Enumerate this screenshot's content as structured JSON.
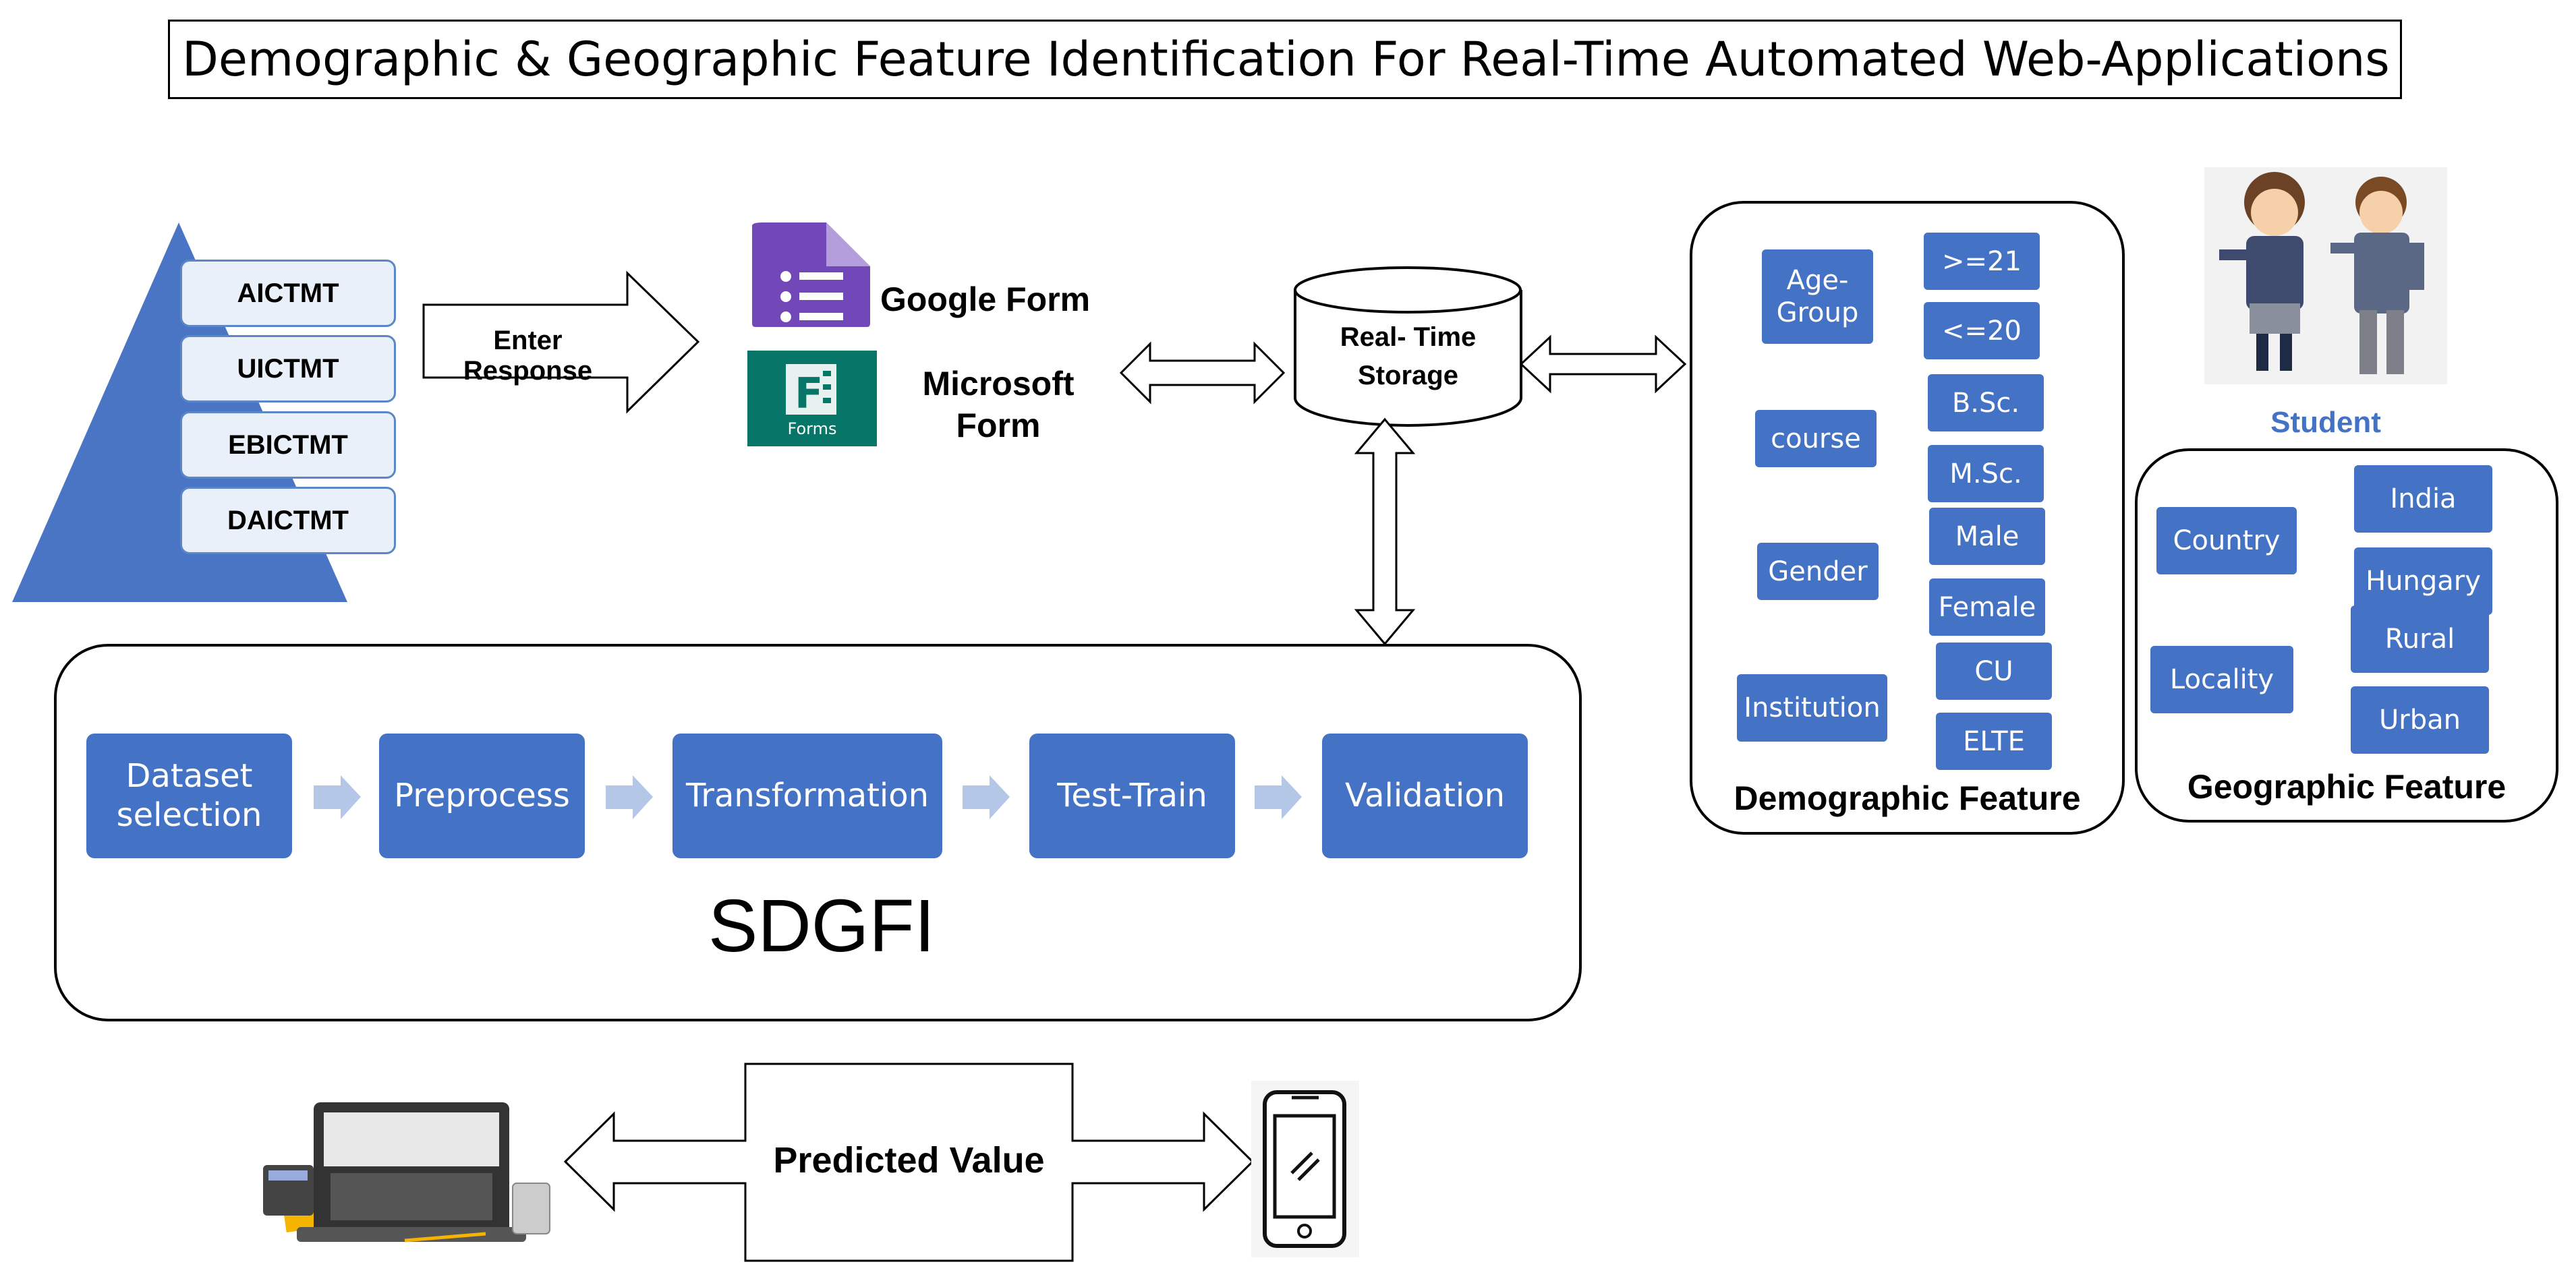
{
  "title": "Demographic & Geographic Feature Identification For Real-Time Automated Web-Applications",
  "pyramid": {
    "levels": [
      "AICTMT",
      "UICTMT",
      "EBICTMT",
      "DAICTMT"
    ]
  },
  "enter_response": "Enter Response",
  "forms": {
    "google": "Google Form",
    "microsoft_line1": "Microsoft",
    "microsoft_line2": "Form",
    "ms_icon_caption": "Forms"
  },
  "storage": {
    "line1": "Real- Time",
    "line2": "Storage"
  },
  "pipeline": {
    "steps": [
      "Dataset selection",
      "Preprocess",
      "Transformation",
      "Test-Train",
      "Validation"
    ],
    "name": "SDGFI"
  },
  "demographic": {
    "title": "Demographic Feature",
    "groups": [
      {
        "label": "Age-Group",
        "values": [
          ">=21",
          "<=20"
        ]
      },
      {
        "label": "course",
        "values": [
          "B.Sc.",
          "M.Sc."
        ]
      },
      {
        "label": "Gender",
        "values": [
          "Male",
          "Female"
        ]
      },
      {
        "label": "Institution",
        "values": [
          "CU",
          "ELTE"
        ]
      }
    ]
  },
  "student_label": "Student",
  "geographic": {
    "title": "Geographic Feature",
    "groups": [
      {
        "label": "Country",
        "values": [
          "India",
          "Hungary"
        ]
      },
      {
        "label": "Locality",
        "values": [
          "Rural",
          "Urban"
        ]
      }
    ]
  },
  "predicted_value": "Predicted Value",
  "icons": [
    "google-forms-icon",
    "microsoft-forms-icon",
    "database-cylinder-icon",
    "students-icon",
    "laptop-icon",
    "smartphone-icon"
  ],
  "colors": {
    "box_blue": "#4472c4",
    "student_text": "#4472c4",
    "pyramid": "#4a74c4",
    "pyramid_label_fill": "#eaf0f9",
    "chevron": "#b4c7e7"
  }
}
